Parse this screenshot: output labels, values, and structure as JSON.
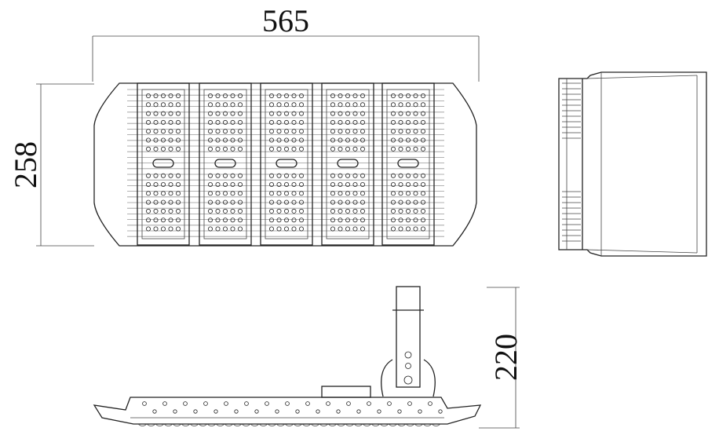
{
  "drawing": {
    "dimensions": {
      "width": "565",
      "height": "258",
      "depth": "220"
    },
    "line_color": "#222222",
    "background": "#ffffff"
  }
}
